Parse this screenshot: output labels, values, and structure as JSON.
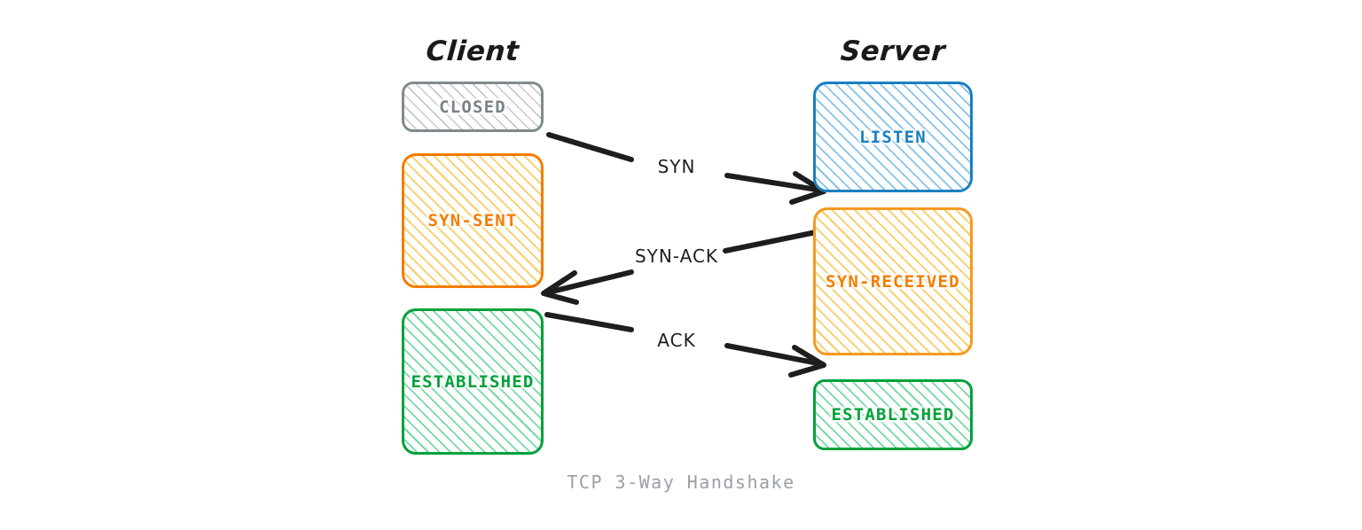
{
  "diagram": {
    "caption": "TCP 3-Way Handshake",
    "columns": [
      {
        "id": "client",
        "heading": "Client"
      },
      {
        "id": "server",
        "heading": "Server"
      }
    ],
    "states": {
      "client": [
        {
          "id": "closed",
          "label": "CLOSED",
          "border_color": "#808b8f",
          "text_color": "#7a8288",
          "hatch": "gray"
        },
        {
          "id": "syn-sent",
          "label": "SYN-SENT",
          "border_color": "#f57c00",
          "text_color": "#f57c00",
          "hatch": "amber"
        },
        {
          "id": "established",
          "label": "ESTABLISHED",
          "border_color": "#00a13a",
          "text_color": "#00a13a",
          "hatch": "green"
        }
      ],
      "server": [
        {
          "id": "listen",
          "label": "LISTEN",
          "border_color": "#1a7fc1",
          "text_color": "#1a7fc1",
          "hatch": "blue"
        },
        {
          "id": "syn-received",
          "label": "SYN-RECEIVED",
          "border_color": "#f59a1e",
          "text_color": "#f57c00",
          "hatch": "amber"
        },
        {
          "id": "established",
          "label": "ESTABLISHED",
          "border_color": "#00a13a",
          "text_color": "#00a13a",
          "hatch": "green"
        }
      ]
    },
    "transitions": [
      {
        "id": "syn",
        "label": "SYN",
        "direction": "client-to-server"
      },
      {
        "id": "syn-ack",
        "label": "SYN-ACK",
        "direction": "server-to-client"
      },
      {
        "id": "ack",
        "label": "ACK",
        "direction": "client-to-server"
      }
    ],
    "colors": {
      "background": "#ffffff",
      "arrow": "#1e1e1e",
      "caption": "#9aa0a6",
      "heading": "#1a1a1a"
    }
  }
}
